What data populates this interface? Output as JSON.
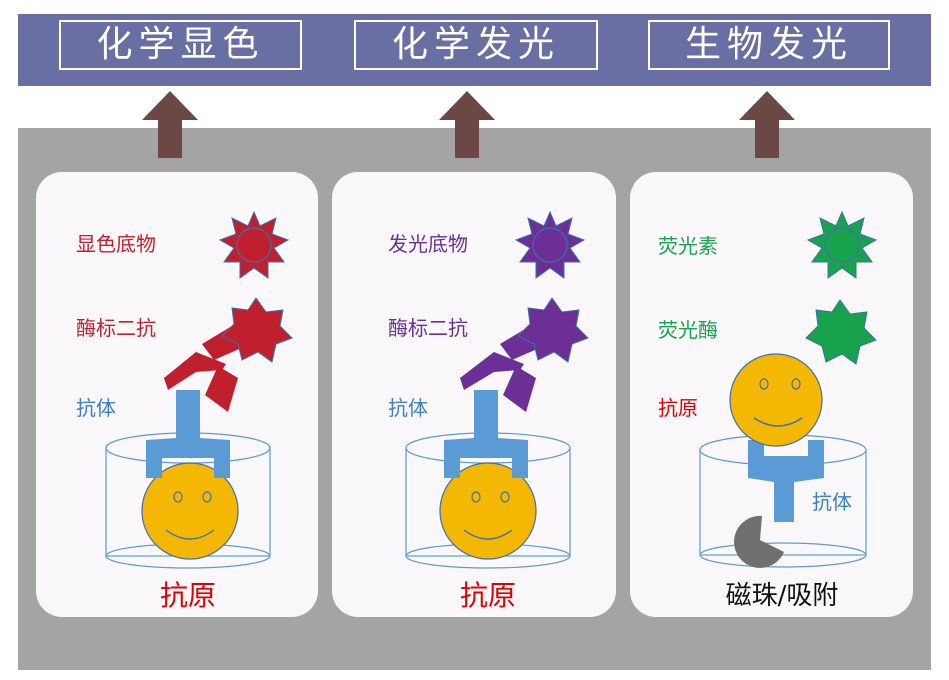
{
  "header": {
    "method1": "化学显色",
    "method2": "化学发光",
    "method3": "生物发光"
  },
  "panel1": {
    "substrate": "显色底物",
    "secondary_antibody": "酶标二抗",
    "antibody": "抗体",
    "bottom_label": "抗原"
  },
  "panel2": {
    "substrate": "发光底物",
    "secondary_antibody": "酶标二抗",
    "antibody": "抗体",
    "bottom_label": "抗原"
  },
  "panel3": {
    "fluorescein": "荧光素",
    "luciferase": "荧光酶",
    "antigen": "抗原",
    "antibody": "抗体",
    "bottom_label": "磁珠/吸附"
  },
  "colors": {
    "header_bg": "#6a6fa3",
    "panel_bg": "#a5a4a4",
    "arrow": "#6b4746",
    "red": "#c0202e",
    "purple": "#6b2f96",
    "green": "#18a24c",
    "antibody_blue": "#5b9bd5",
    "smiley_yellow": "#f5b800"
  }
}
